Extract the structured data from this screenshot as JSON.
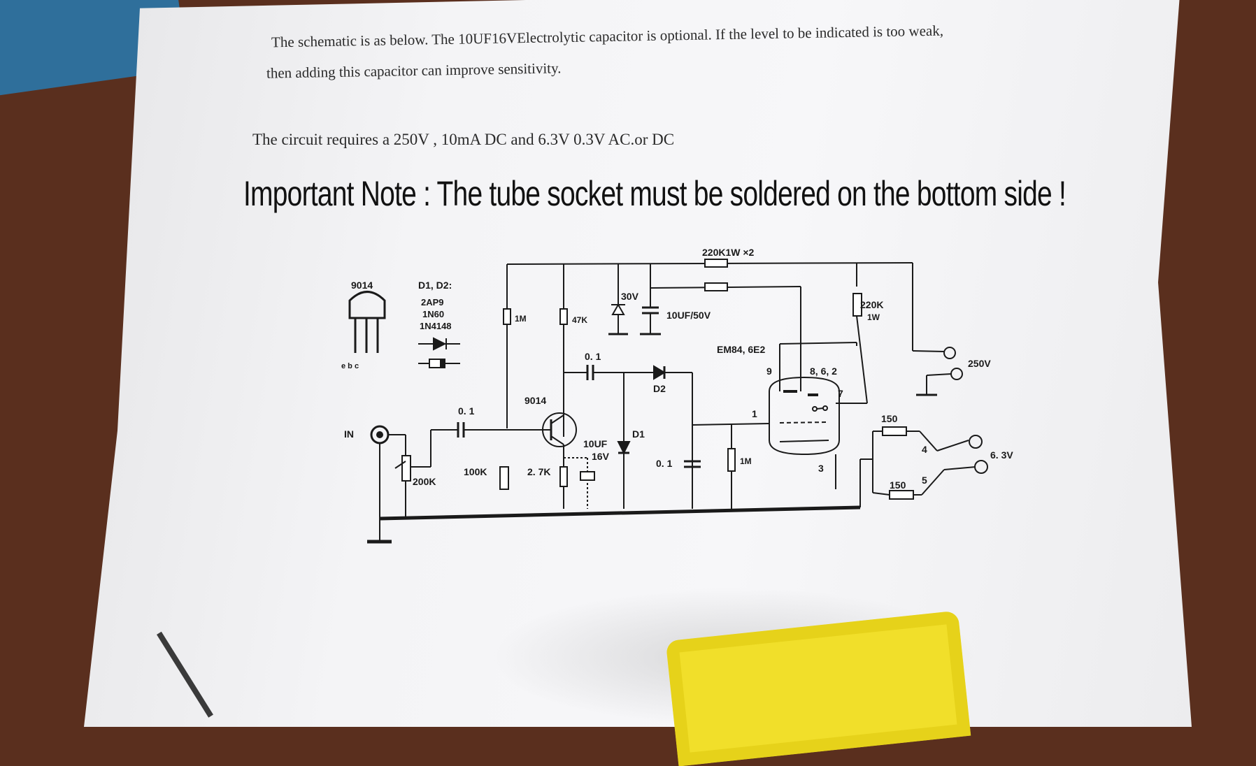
{
  "paper": {
    "intro_line1": "The schematic is as below. The 10UF16VElectrolytic capacitor is optional. If the level to be indicated is too weak,",
    "intro_line2": "then adding this capacitor can improve sensitivity.",
    "requirement": "The circuit requires a 250V , 10mA DC and 6.3V 0.3V AC.or DC",
    "important_note": "Important Note : The tube socket must be soldered on the bottom side !"
  },
  "schematic": {
    "pinout_title": "9014",
    "pinout_pins": "e b c",
    "diode_title": "D1, D2:",
    "diode_type1": "2AP9",
    "diode_type2": "1N60",
    "diode_type3": "1N4148",
    "input_label": "IN",
    "pot_label": "200K",
    "input_cap_label": "0. 1",
    "r_100k": "100K",
    "r_1m_bias": "1M",
    "r_47k": "47K",
    "r_2k7": "2. 7K",
    "transistor_label": "9014",
    "cap_10uf16v_a": "10UF",
    "cap_10uf16v_b": "16V",
    "zener_label": "30V",
    "cap_10uf50v": "10UF/50V",
    "coupling_cap": "0. 1",
    "d2_label": "D2",
    "d1_label": "D1",
    "filter_cap": "0. 1",
    "r_1m_grid": "1M",
    "r_220k_top": "220K1W ×2",
    "r_220k_side_a": "220K",
    "r_220k_side_b": "1W",
    "tube_label": "EM84, 6E2",
    "pin_9": "9",
    "pin_862": "8, 6, 2",
    "pin_7": "7",
    "pin_1": "1",
    "pin_3": "3",
    "pin_4": "4",
    "pin_5": "5",
    "r_150_a": "150",
    "r_150_b": "150",
    "supply_250v": "250V",
    "supply_63v": "6. 3V"
  }
}
